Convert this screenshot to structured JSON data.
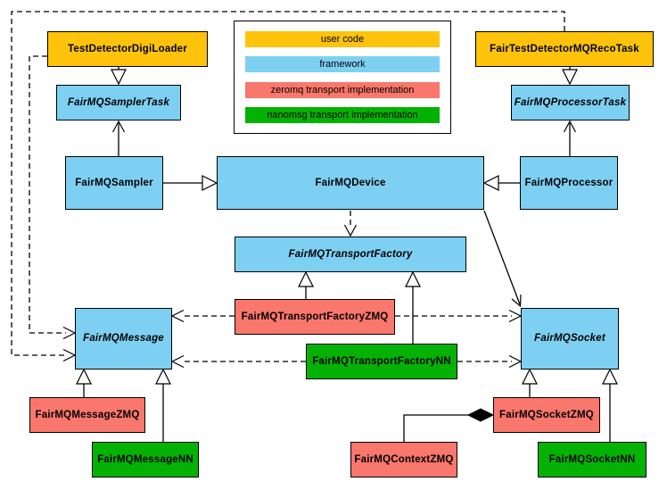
{
  "colors": {
    "user_code": "#FFC30B",
    "framework": "#7DD0F2",
    "zeromq": "#F9776C",
    "nanomsg": "#04B204",
    "border": "#000000",
    "background": "#FFFFFF"
  },
  "legend": {
    "items": [
      {
        "label": "user code",
        "category": "user_code"
      },
      {
        "label": "framework",
        "category": "framework"
      },
      {
        "label": "zeromq transport implementation",
        "category": "zeromq"
      },
      {
        "label": "nanomsg transport implementation",
        "category": "nanomsg"
      }
    ]
  },
  "nodes": {
    "digi_loader": {
      "label": "TestDetectorDigiLoader",
      "category": "user_code",
      "abstract": false
    },
    "reco_task": {
      "label": "FairTestDetectorMQRecoTask",
      "category": "user_code",
      "abstract": false
    },
    "sampler_task": {
      "label": "FairMQSamplerTask",
      "category": "framework",
      "abstract": true
    },
    "processor_task": {
      "label": "FairMQProcessorTask",
      "category": "framework",
      "abstract": true
    },
    "sampler": {
      "label": "FairMQSampler",
      "category": "framework",
      "abstract": false
    },
    "device": {
      "label": "FairMQDevice",
      "category": "framework",
      "abstract": false
    },
    "processor": {
      "label": "FairMQProcessor",
      "category": "framework",
      "abstract": false
    },
    "transport_factory": {
      "label": "FairMQTransportFactory",
      "category": "framework",
      "abstract": true
    },
    "transport_factory_zmq": {
      "label": "FairMQTransportFactoryZMQ",
      "category": "zeromq",
      "abstract": false
    },
    "transport_factory_nn": {
      "label": "FairMQTransportFactoryNN",
      "category": "nanomsg",
      "abstract": false
    },
    "message": {
      "label": "FairMQMessage",
      "category": "framework",
      "abstract": true
    },
    "socket": {
      "label": "FairMQSocket",
      "category": "framework",
      "abstract": true
    },
    "message_zmq": {
      "label": "FairMQMessageZMQ",
      "category": "zeromq",
      "abstract": false
    },
    "message_nn": {
      "label": "FairMQMessageNN",
      "category": "nanomsg",
      "abstract": false
    },
    "socket_zmq": {
      "label": "FairMQSocketZMQ",
      "category": "zeromq",
      "abstract": false
    },
    "context_zmq": {
      "label": "FairMQContextZMQ",
      "category": "zeromq",
      "abstract": false
    },
    "socket_nn": {
      "label": "FairMQSocketNN",
      "category": "nanomsg",
      "abstract": false
    }
  },
  "edges": [
    {
      "from": "TestDetectorDigiLoader",
      "to": "FairMQMessage",
      "type": "dependency-dashed"
    },
    {
      "from": "FairTestDetectorMQRecoTask",
      "to": "FairMQMessage",
      "type": "dependency-dashed"
    },
    {
      "from": "TestDetectorDigiLoader",
      "to": "FairMQSamplerTask",
      "type": "generalization"
    },
    {
      "from": "FairTestDetectorMQRecoTask",
      "to": "FairMQProcessorTask",
      "type": "generalization"
    },
    {
      "from": "FairMQSampler",
      "to": "FairMQSamplerTask",
      "type": "association-arrow"
    },
    {
      "from": "FairMQProcessor",
      "to": "FairMQProcessorTask",
      "type": "association-arrow"
    },
    {
      "from": "FairMQSampler",
      "to": "FairMQDevice",
      "type": "generalization"
    },
    {
      "from": "FairMQProcessor",
      "to": "FairMQDevice",
      "type": "generalization"
    },
    {
      "from": "FairMQDevice",
      "to": "FairMQTransportFactory",
      "type": "dependency-dashed"
    },
    {
      "from": "FairMQDevice",
      "to": "FairMQSocket",
      "type": "association-arrow"
    },
    {
      "from": "FairMQTransportFactoryZMQ",
      "to": "FairMQTransportFactory",
      "type": "generalization"
    },
    {
      "from": "FairMQTransportFactoryNN",
      "to": "FairMQTransportFactory",
      "type": "generalization"
    },
    {
      "from": "FairMQTransportFactoryZMQ",
      "to": "FairMQMessage",
      "type": "dependency-dashed"
    },
    {
      "from": "FairMQTransportFactoryZMQ",
      "to": "FairMQSocket",
      "type": "dependency-dashed"
    },
    {
      "from": "FairMQTransportFactoryNN",
      "to": "FairMQMessage",
      "type": "dependency-dashed"
    },
    {
      "from": "FairMQTransportFactoryNN",
      "to": "FairMQSocket",
      "type": "dependency-dashed"
    },
    {
      "from": "FairMQMessageZMQ",
      "to": "FairMQMessage",
      "type": "generalization"
    },
    {
      "from": "FairMQMessageNN",
      "to": "FairMQMessage",
      "type": "generalization"
    },
    {
      "from": "FairMQSocketZMQ",
      "to": "FairMQSocket",
      "type": "generalization"
    },
    {
      "from": "FairMQSocketNN",
      "to": "FairMQSocket",
      "type": "generalization"
    },
    {
      "from": "FairMQContextZMQ",
      "to": "FairMQSocketZMQ",
      "type": "composition"
    }
  ]
}
